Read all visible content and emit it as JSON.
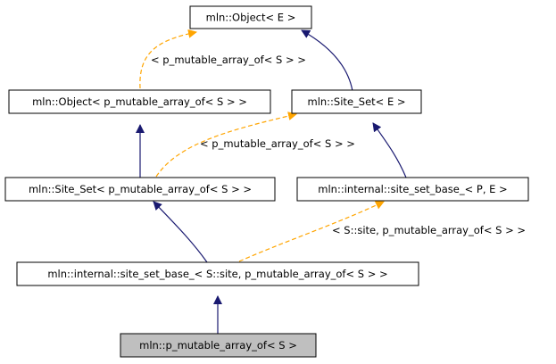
{
  "colors": {
    "inheritance_edge": "#191970",
    "template_edge": "#ffa500",
    "highlight_node": "#bfbfbf",
    "node_fill": "#ffffff"
  },
  "nodes": {
    "object_e": "mln::Object< E >",
    "object_pma": "mln::Object< p_mutable_array_of< S > >",
    "site_set_e": "mln::Site_Set< E >",
    "site_set_pma": "mln::Site_Set< p_mutable_array_of< S > >",
    "site_set_base_pe": "mln::internal::site_set_base_< P, E >",
    "site_set_base_spma": "mln::internal::site_set_base_< S::site, p_mutable_array_of< S > >",
    "p_mutable_array_of": "mln::p_mutable_array_of< S >"
  },
  "edge_labels": {
    "object_to_object_pma": "< p_mutable_array_of< S > >",
    "site_set_to_site_set_pma": "< p_mutable_array_of< S > >",
    "base_to_base_spma": "< S::site, p_mutable_array_of< S > >"
  }
}
